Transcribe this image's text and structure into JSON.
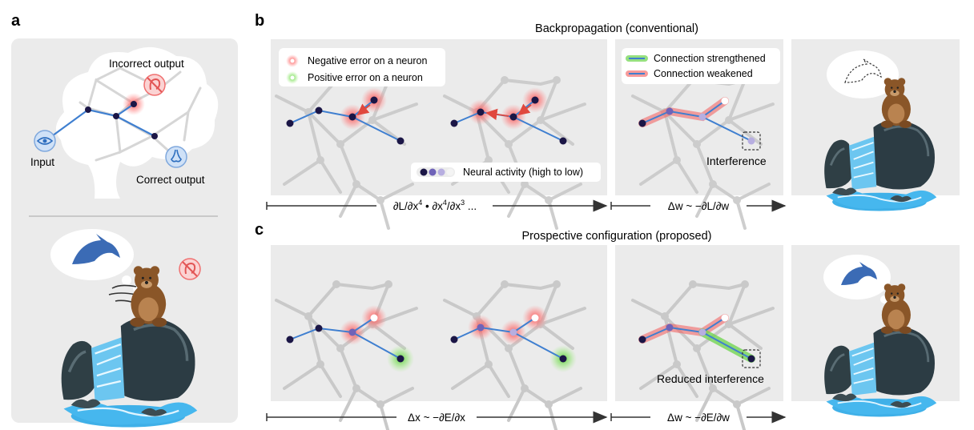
{
  "panel_a": {
    "letter": "a",
    "incorrect_output": "Incorrect output",
    "input": "Input",
    "correct_output": "Correct output"
  },
  "panel_b": {
    "letter": "b",
    "title": "Backpropagation (conventional)",
    "legend_negative": "Negative error on a neuron",
    "legend_positive": "Positive error on a neuron",
    "legend_strengthened": "Connection strengthened",
    "legend_weakened": "Connection weakened",
    "neural_activity": "Neural activity (high to low)",
    "interference": "Interference",
    "arrow1_main": "∂L/∂x",
    "arrow1_sup1": "4",
    "arrow1_mid": " • ∂x",
    "arrow1_sup2": "4",
    "arrow1_mid2": "/∂x",
    "arrow1_sup3": "3",
    "arrow1_tail": " ...",
    "arrow2": "Δw ~ −∂L/∂w"
  },
  "panel_c": {
    "letter": "c",
    "title": "Prospective configuration (proposed)",
    "reduced_interference": "Reduced interference",
    "arrow1": "Δx ~ −∂E/∂x",
    "arrow2": "Δw ~ −∂E/∂w"
  },
  "colors": {
    "panel_bg": "#ebebeb",
    "node_dark": "#1b1646",
    "node_mid": "#6f63b8",
    "node_light": "#b7aee0",
    "edge_blue": "#3f7fd0",
    "glow_red": "#f25a5a",
    "glow_green": "#6bd44a"
  }
}
